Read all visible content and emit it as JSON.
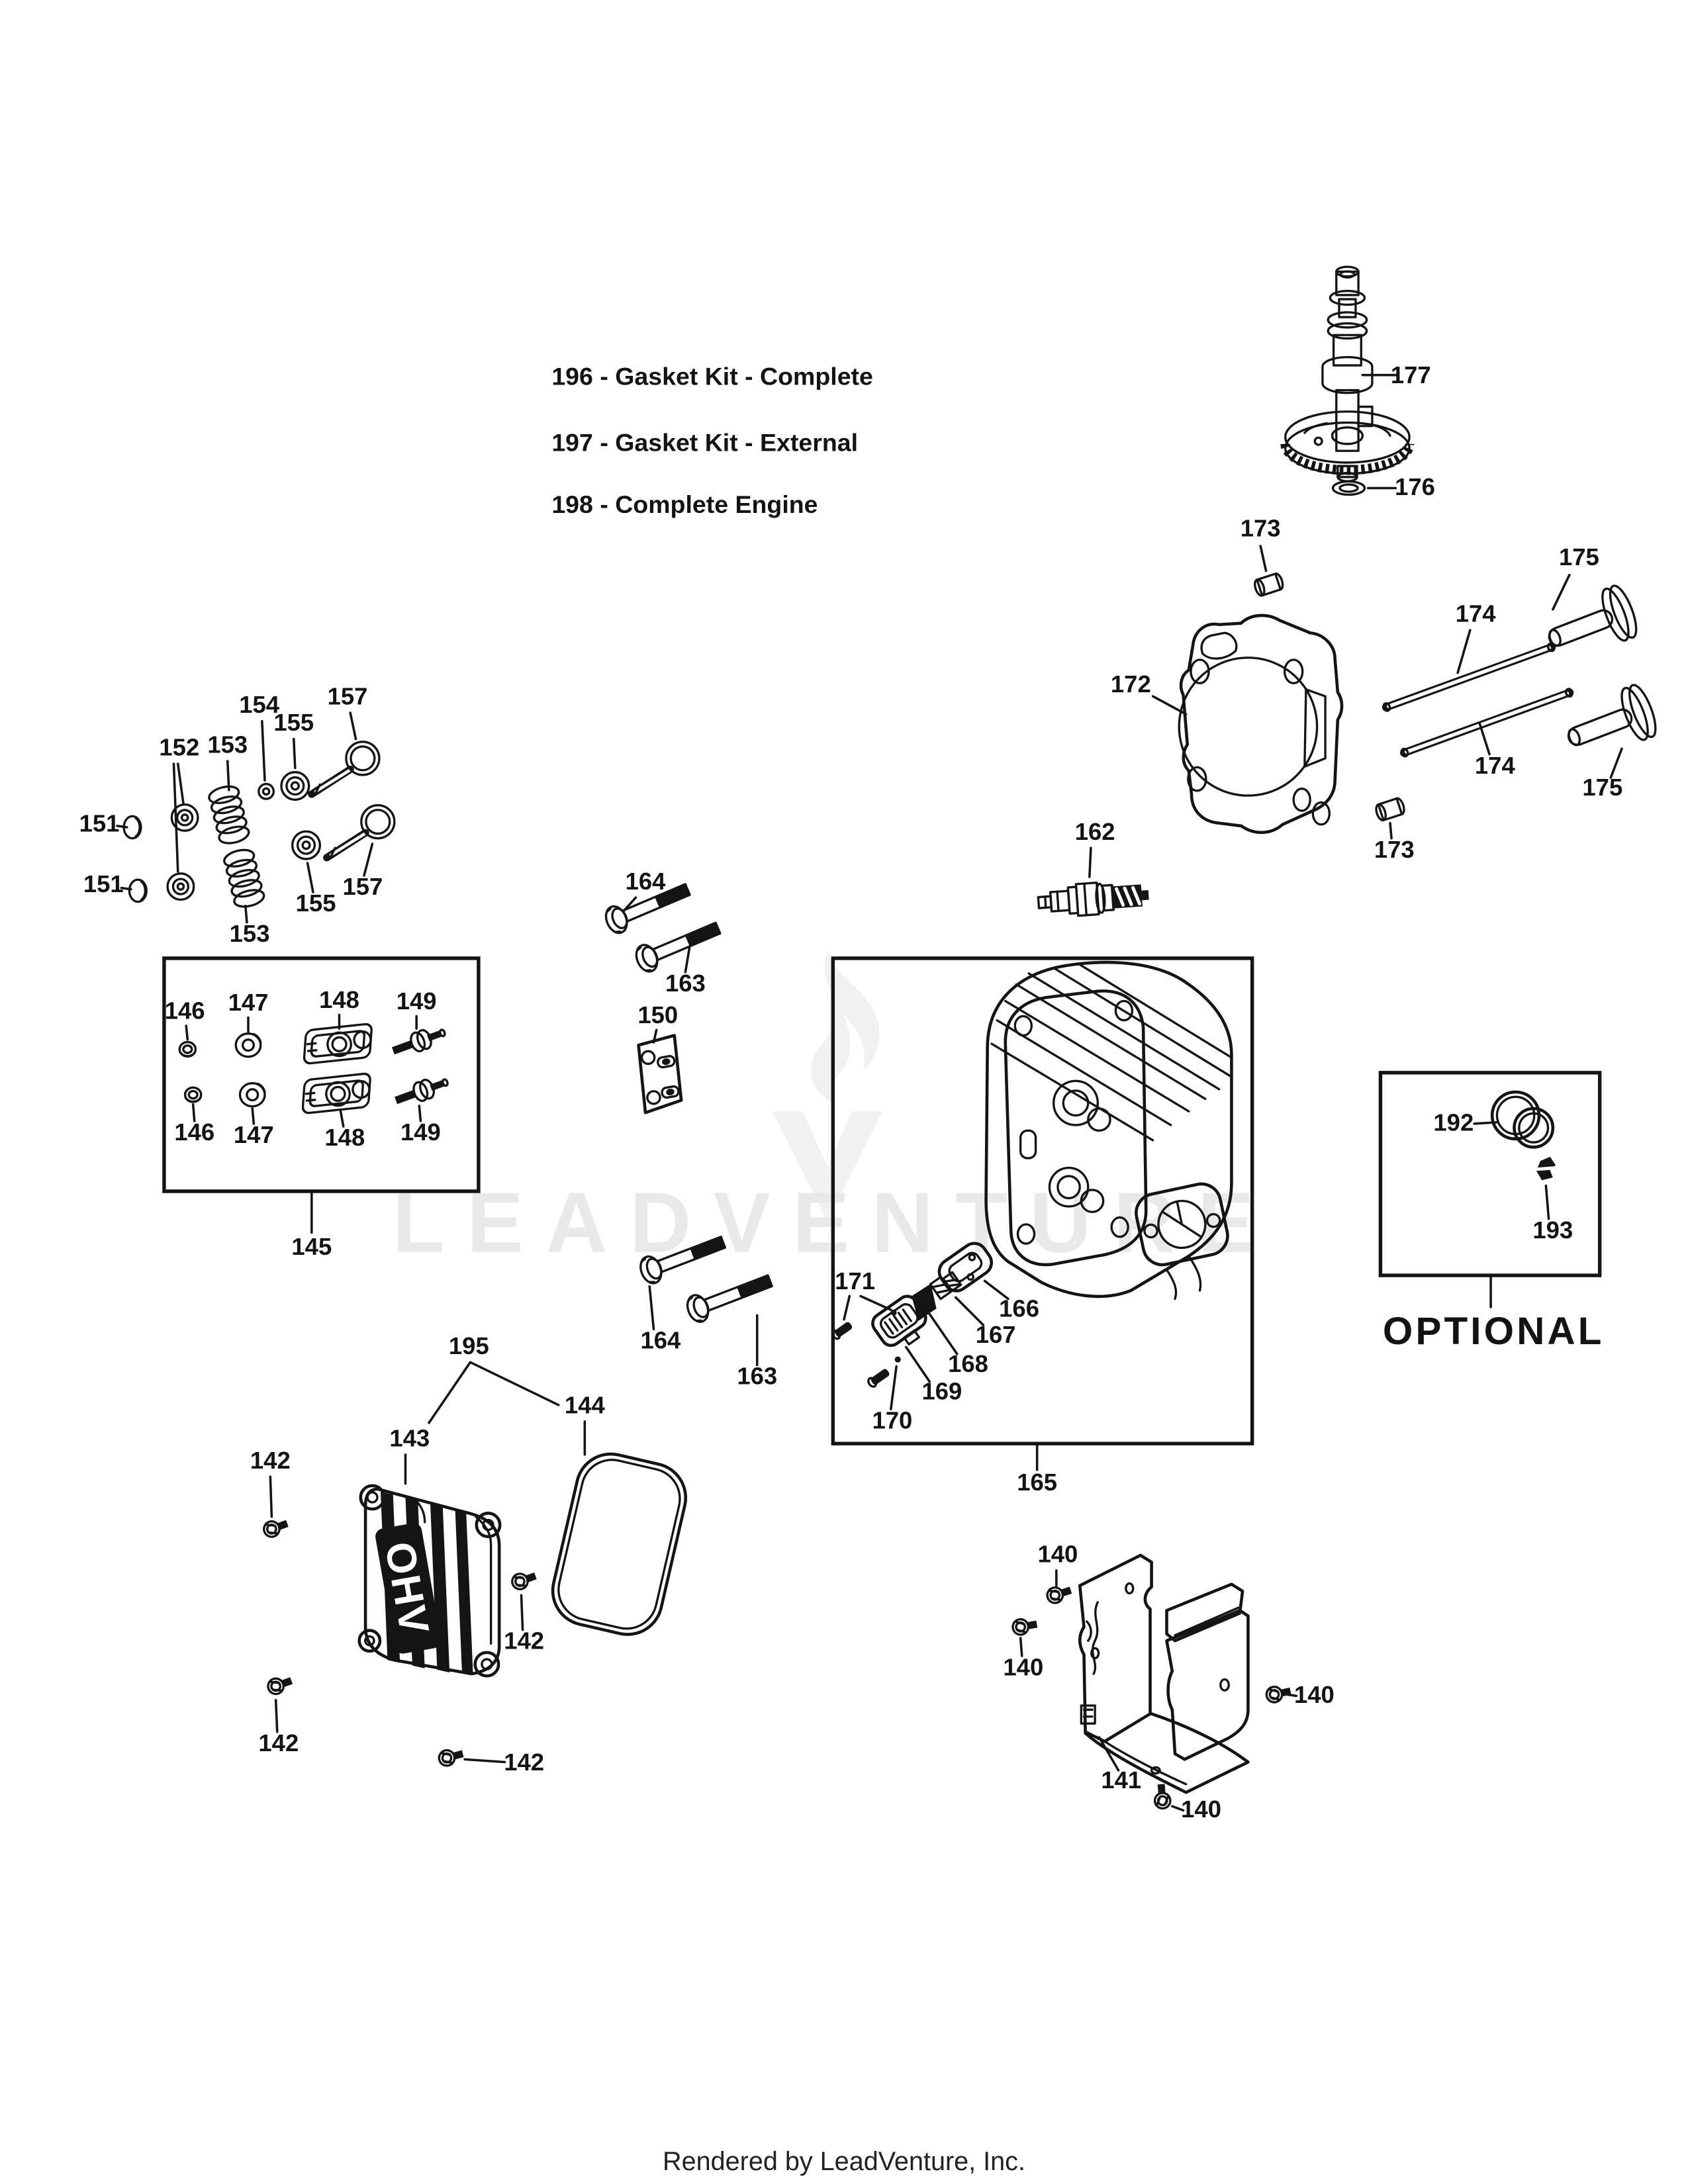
{
  "titles": {
    "kit_complete": "196 - Gasket Kit - Complete",
    "kit_external": "197 - Gasket Kit - External",
    "complete_engine": "198 - Complete Engine"
  },
  "parts": {
    "p140": "140",
    "p141": "141",
    "p142": "142",
    "p143": "143",
    "p144": "144",
    "p145": "145",
    "p146": "146",
    "p147": "147",
    "p148": "148",
    "p149": "149",
    "p150": "150",
    "p151": "151",
    "p152": "152",
    "p153": "153",
    "p154": "154",
    "p155": "155",
    "p157": "157",
    "p162": "162",
    "p163": "163",
    "p164": "164",
    "p165": "165",
    "p166": "166",
    "p167": "167",
    "p168": "168",
    "p169": "169",
    "p170": "170",
    "p171": "171",
    "p172": "172",
    "p173": "173",
    "p174": "174",
    "p175": "175",
    "p176": "176",
    "p177": "177",
    "p192": "192",
    "p193": "193",
    "p195": "195"
  },
  "parts_text": {
    "ohv": "OHV"
  },
  "optional_label": "OPTIONAL",
  "watermark": {
    "brand": "LEADVENTURE"
  },
  "footer": {
    "rendered_by": "Rendered by LeadVenture, Inc."
  },
  "colors": {
    "ink": "#141414",
    "watermark_gray": "#e9e9e9"
  }
}
